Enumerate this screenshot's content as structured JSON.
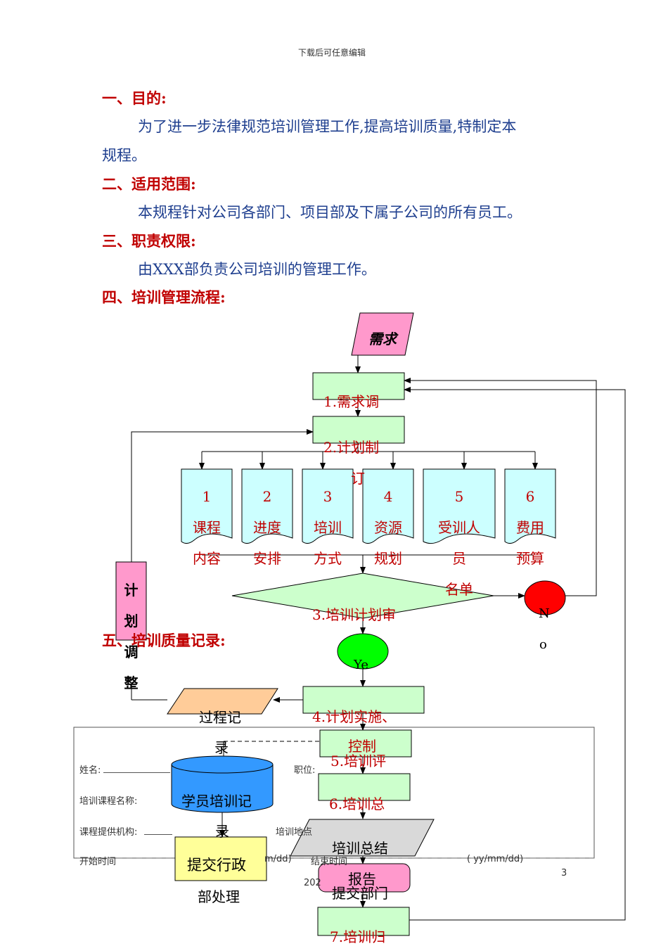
{
  "header": "下载后可任意编辑",
  "sections": {
    "s1_title": "一、目的:",
    "s1_line1": "为了进一步法律规范培训管理工作,提高培训质量,特制定本",
    "s1_line2": "规程。",
    "s2_title": "二、适用范围:",
    "s2_text": "本规程针对公司各部门、项目部及下属子公司的所有员工。",
    "s3_title": "三、职责权限:",
    "s3_text": "由XXX部负责公司培训的管理工作。",
    "s4_title": "四、培训管理流程:",
    "s5_title": "五、培训质量记录:"
  },
  "flow": {
    "demand": "需求",
    "step1": "1.需求调",
    "step2": "2.计划制",
    "step2_cont": "订",
    "items": [
      {
        "num": "1",
        "l1": "课程",
        "l2": "内容"
      },
      {
        "num": "2",
        "l1": "进度",
        "l2": "安排"
      },
      {
        "num": "3",
        "l1": "培训",
        "l2": "方式"
      },
      {
        "num": "4",
        "l1": "资源",
        "l2": "规划"
      },
      {
        "num": "5",
        "l1": "受训人",
        "l2": "员",
        "l3": "名单"
      },
      {
        "num": "6",
        "l1": "费用",
        "l2": "预算"
      }
    ],
    "step3": "3.培训计划审",
    "no": "N",
    "no2": "o",
    "yes": "Ye",
    "adjust": "计划调整",
    "step4": "4.计划实施、",
    "step4b": "控制",
    "process_record": "过程记",
    "process_record2": "录",
    "step5": "5.培训评",
    "step6": "6.培训总",
    "summary": "培训总结",
    "report": "报告",
    "submit_dept": "提交部门",
    "trainee_record": "学员培训记",
    "trainee_record2": "录",
    "admin": "提交行政",
    "admin2": "部处理",
    "step7": "7.培训归"
  },
  "form": {
    "name": "姓名:",
    "position": "职位:",
    "course": "培训课程名称:",
    "provider": "课程提供机构:",
    "location": "培训地点",
    "start": "开始时间",
    "date_fmt_left": "m/dd)",
    "end": "结束时间",
    "date_fmt_right": "( yy/mm/dd)",
    "page_num": "3",
    "year": "202"
  },
  "colors": {
    "heading": "#c00000",
    "body_text": "#1f3f8f",
    "light_green": "#ccffcc",
    "light_cyan": "#ccffff",
    "pink": "#ff99cc",
    "orange": "#ffcc99",
    "red_circle": "#ff0000",
    "green_circle": "#00ff00",
    "blue_db": "#3399ff",
    "yellow": "#ffff99",
    "gray": "#d9d9d9"
  }
}
